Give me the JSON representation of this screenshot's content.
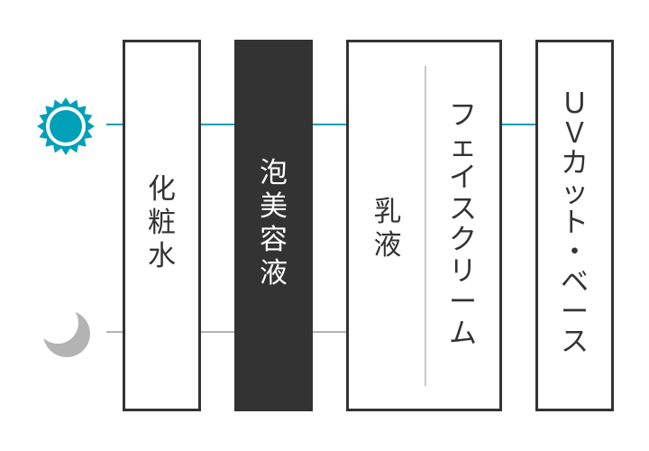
{
  "colors": {
    "day_accent": "#00a0b8",
    "night_accent": "#b3b3b3",
    "box_border": "#333333",
    "highlight_box": "#333333"
  },
  "icons": {
    "day": "sun-icon",
    "night": "moon-icon"
  },
  "steps": [
    {
      "label": "化粧水",
      "chars": [
        "化",
        "粧",
        "水"
      ],
      "highlighted": false
    },
    {
      "label": "泡美容液",
      "chars": [
        "泡",
        "美",
        "容",
        "液"
      ],
      "highlighted": true
    },
    {
      "label": "乳液 / フェイスクリーム",
      "left": {
        "label": "乳液",
        "chars": [
          "乳",
          "液"
        ]
      },
      "right": {
        "label": "フェイスクリーム",
        "chars": [
          "フ",
          "ェ",
          "イ",
          "ス",
          "ク",
          "リ",
          "ー",
          "ム"
        ]
      },
      "highlighted": false
    },
    {
      "label": "ＵＶカット・ベース",
      "chars": [
        "Ｕ",
        "Ｖ",
        "カ",
        "ッ",
        "ト",
        "・",
        "ベ",
        "ー",
        "ス"
      ],
      "highlighted": false
    }
  ]
}
